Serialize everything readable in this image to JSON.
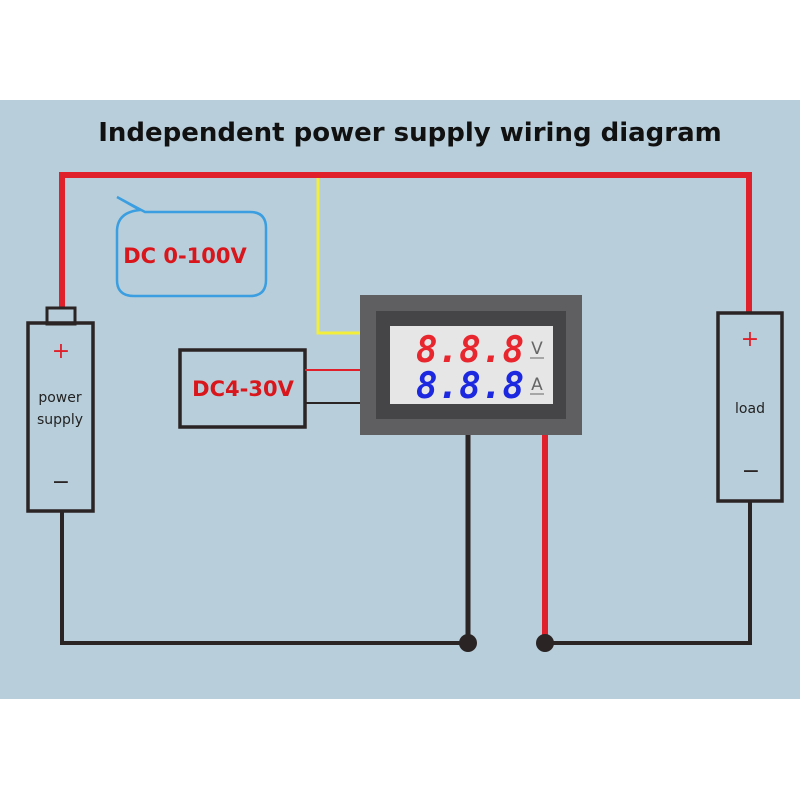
{
  "title": "Independent power supply wiring diagram",
  "callout": {
    "text": "DC 0-100V"
  },
  "aux_supply": {
    "label": "DC4-30V"
  },
  "meter": {
    "voltage_display": "8.8.8",
    "voltage_unit": "V",
    "current_display": "8.8.8",
    "current_unit": "A"
  },
  "power_supply": {
    "label_line1": "power",
    "label_line2": "supply",
    "plus": "+",
    "minus": "−"
  },
  "load": {
    "label": "load",
    "plus": "+",
    "minus": "−"
  },
  "colors": {
    "background": "#b8ceda",
    "positive_wire": "#e0202a",
    "negative_wire": "#2a2424",
    "sense_wire": "#f2ee3a",
    "callout_border": "#3a9ee0",
    "label_red": "#d8161c",
    "voltage_digits": "#e8262e",
    "current_digits": "#1c28e0",
    "meter_frame": "#5f5f61",
    "meter_screen": "#e6e6e6"
  }
}
